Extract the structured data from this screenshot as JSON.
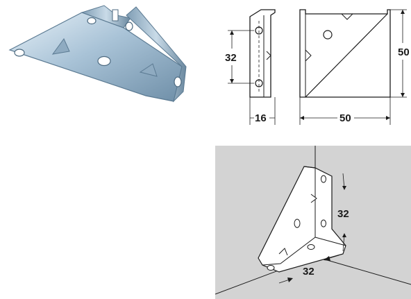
{
  "product_photo": {
    "colors": {
      "metal_light": "#cfe0ec",
      "metal_mid": "#9bb6cc",
      "metal_dark": "#5f7f99"
    }
  },
  "side_view": {
    "hole_spacing_label": "32",
    "width_label": "16"
  },
  "front_view": {
    "width_label": "50",
    "height_label": "50"
  },
  "installation_view": {
    "vertical_spacing_label": "32",
    "horizontal_spacing_label": "32",
    "colors": {
      "wall": "#d3d3d3",
      "bracket": "#ffffff",
      "line": "#1a1a1a"
    }
  }
}
